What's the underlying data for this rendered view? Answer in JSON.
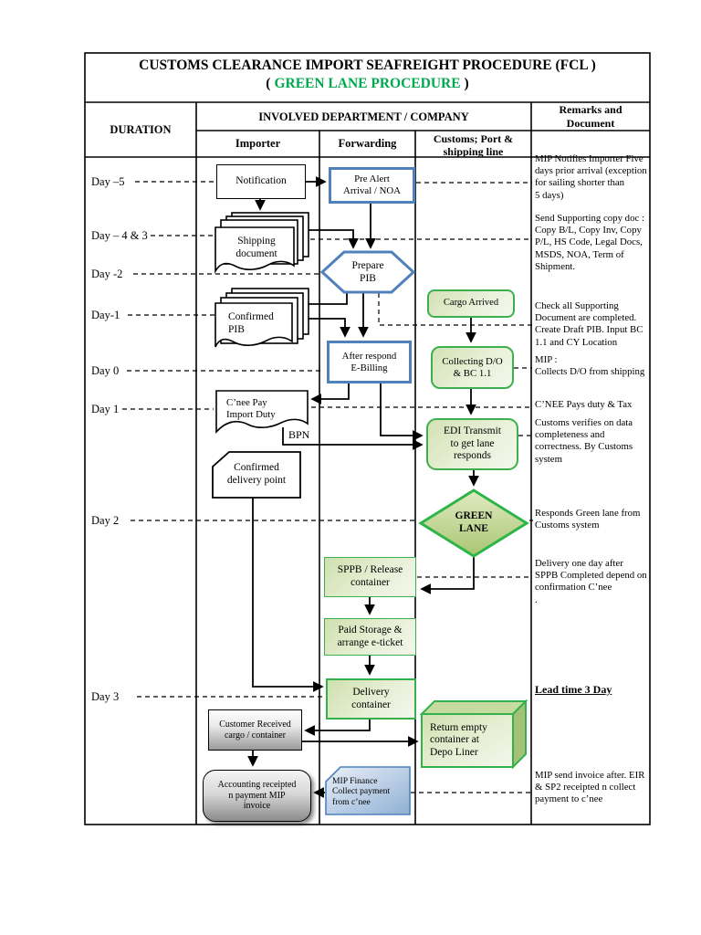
{
  "title": {
    "line1": "CUSTOMS CLEARANCE IMPORT SEAFREIGHT  PROCEDURE (FCL )",
    "line2_open": "(",
    "line2_green": "GREEN LANE  PROCEDURE",
    "line2_close": ")"
  },
  "header": {
    "duration": "DURATION",
    "involved": "INVOLVED DEPARTMENT / COMPANY",
    "remarks": "Remarks and\nDocument",
    "importer": "Importer",
    "forwarding": "Forwarding",
    "customs": "Customs; Port &\nshipping line"
  },
  "durations": {
    "d5": "Day –5",
    "d43": "Day – 4 & 3",
    "d2m": "Day -2",
    "d1m": "Day-1",
    "d0": "Day 0",
    "d1": "Day 1",
    "d2": "Day 2",
    "d3": "Day 3"
  },
  "nodes": {
    "notification": "Notification",
    "pre_alert": "Pre Alert\nArrival / NOA",
    "shipping_doc": "Shipping\ndocument",
    "prepare_pib": "Prepare\nPIB",
    "confirmed_pib": "Confirmed\nPIB",
    "cargo_arrived": "Cargo Arrived",
    "after_ebilling": "After respond\nE-Billing",
    "collecting_do": "Collecting D/O\n& BC 1.1",
    "cnee_pay": "C’nee Pay\nImport Duty",
    "edi_transmit": "EDI Transmit\nto get lane\nresponds",
    "confirmed_delivery": "Confirmed\ndelivery point",
    "green_lane": "GREEN\nLANE",
    "sppb": "SPPB / Release\ncontainer",
    "paid_storage": "Paid Storage &\narrange e-ticket",
    "delivery_container": "Delivery\ncontainer",
    "customer_received": "Customer Received\ncargo / container",
    "return_empty": "Return empty\ncontainer at\nDepo Liner",
    "accounting": "Accounting receipted\nn payment MIP\ninvoice",
    "mip_finance": "MIP Finance\nCollect payment\nfrom c’nee"
  },
  "labels": {
    "bpn": "BPN"
  },
  "remarks": {
    "r1": "MIP Notifies Importer Five days prior arrival (exception for sailing shorter than\n5 days)",
    "r2": "Send Supporting copy doc : Copy B/L, Copy Inv, Copy P/L, HS Code, Legal Docs, MSDS, NOA, Term of Shipment.",
    "r3": "Check all Supporting Document are completed. Create Draft PIB. Input BC 1.1 and  CY Location",
    "r4": "MIP :\nCollects D/O from shipping",
    "r5": "C’NEE Pays duty & Tax",
    "r6": "Customs verifies on data completeness and correctness. By Customs system",
    "r7": "Responds Green lane from Customs system",
    "r8": "Delivery one day after SPPB Completed depend on confirmation C’nee\n.",
    "r9": "Lead time 3 Day",
    "r10": "MIP send invoice after. EIR & SP2 receipted n collect payment to c’nee"
  },
  "colors": {
    "green_border": "#3CB04E",
    "blue_border": "#4F81BD",
    "title_green": "#00A84F",
    "diamond_border": "#2EB548"
  }
}
